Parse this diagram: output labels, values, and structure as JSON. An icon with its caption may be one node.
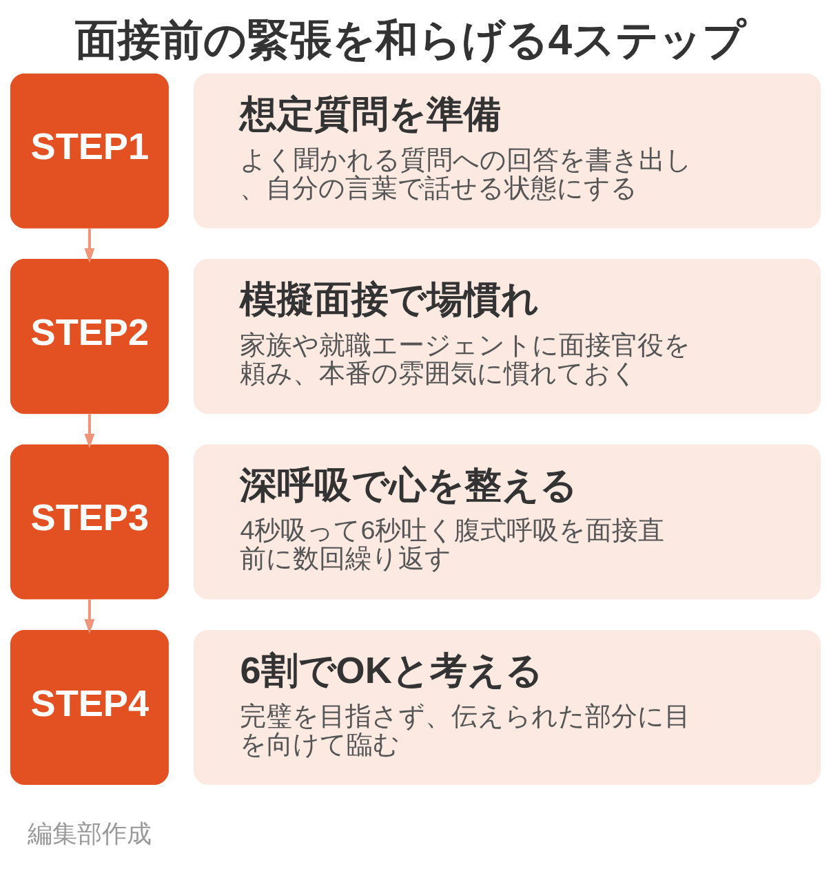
{
  "diagram": {
    "title": "面接前の緊張を和らげる4ステップ",
    "caption": "編集部作成",
    "nodes": [
      {
        "text": [
          "STEP1"
        ]
      },
      {
        "text": [
          "想定質問を準備",
          "よく聞かれる質問への回答を書き出し、自分の言葉で話せる状態にする"
        ]
      },
      {
        "text": [
          "STEP2"
        ]
      },
      {
        "text": [
          "模擬面接で場慣れ",
          "家族や就職エージェントに面接官役を頼み、本番の雰囲気に慣れておく"
        ]
      },
      {
        "text": [
          "STEP3"
        ]
      },
      {
        "text": [
          "深呼吸で心を整える",
          "4秒吸って6秒吐く腹式呼吸を面接直前に数回繰り返す"
        ]
      },
      {
        "text": [
          "STEP4"
        ]
      },
      {
        "text": [
          "6割でOKと考える",
          "完璧を目指さず、伝えられた部分に目を向けて臨む"
        ]
      }
    ],
    "edges": [
      {
        "from": 0,
        "to": 2,
        "arrow": "to"
      },
      {
        "from": 2,
        "to": 4,
        "arrow": "to"
      },
      {
        "from": 4,
        "to": 6,
        "arrow": "to"
      }
    ]
  }
}
